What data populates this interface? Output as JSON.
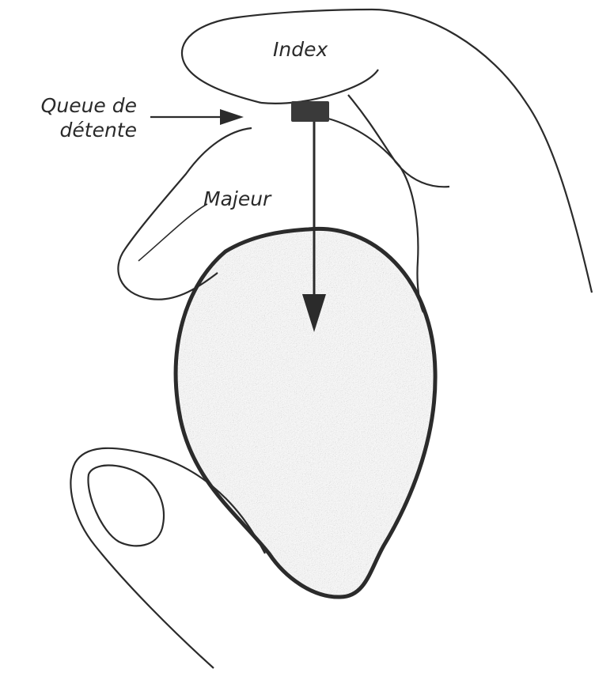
{
  "labels": {
    "index": "Index",
    "trigger_line1": "Queue de",
    "trigger_line2": "détente",
    "middle": "Majeur"
  },
  "colors": {
    "outline": "#2b2b2b",
    "stipple_light": "#d9d9d9",
    "stipple_dark": "#5a5a5a",
    "trigger": "#3a3a3a"
  }
}
